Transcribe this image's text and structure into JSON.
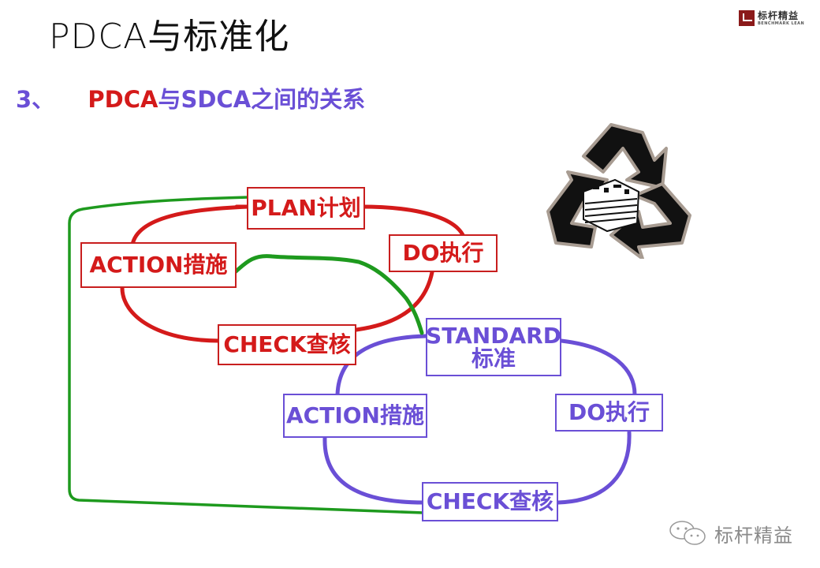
{
  "header": {
    "title": "PDCA与标准化",
    "subtitle": {
      "number": "3、",
      "pdca": "PDCA",
      "rest": "与SDCA之间的关系"
    },
    "logo": {
      "name": "标杆精益",
      "english": "BENCHMARK LEAN",
      "icon": "benchmark-lean-logo-icon"
    }
  },
  "diagram": {
    "pdca_cycle": {
      "color": "#d41a1a",
      "nodes": [
        "PLAN计划",
        "DO执行",
        "CHECK查核",
        "ACTION措施"
      ]
    },
    "sdca_cycle": {
      "color": "#6a4fd6",
      "nodes": {
        "standard_line1": "STANDARD",
        "standard_line2": "标准",
        "do": "DO执行",
        "check": "CHECK查核",
        "action": "ACTION措施"
      }
    },
    "connector_color": "#1e9a1e",
    "illustration": "recycle-newspaper-icon"
  },
  "watermark": {
    "icon": "wechat-icon",
    "text": "标杆精益"
  }
}
